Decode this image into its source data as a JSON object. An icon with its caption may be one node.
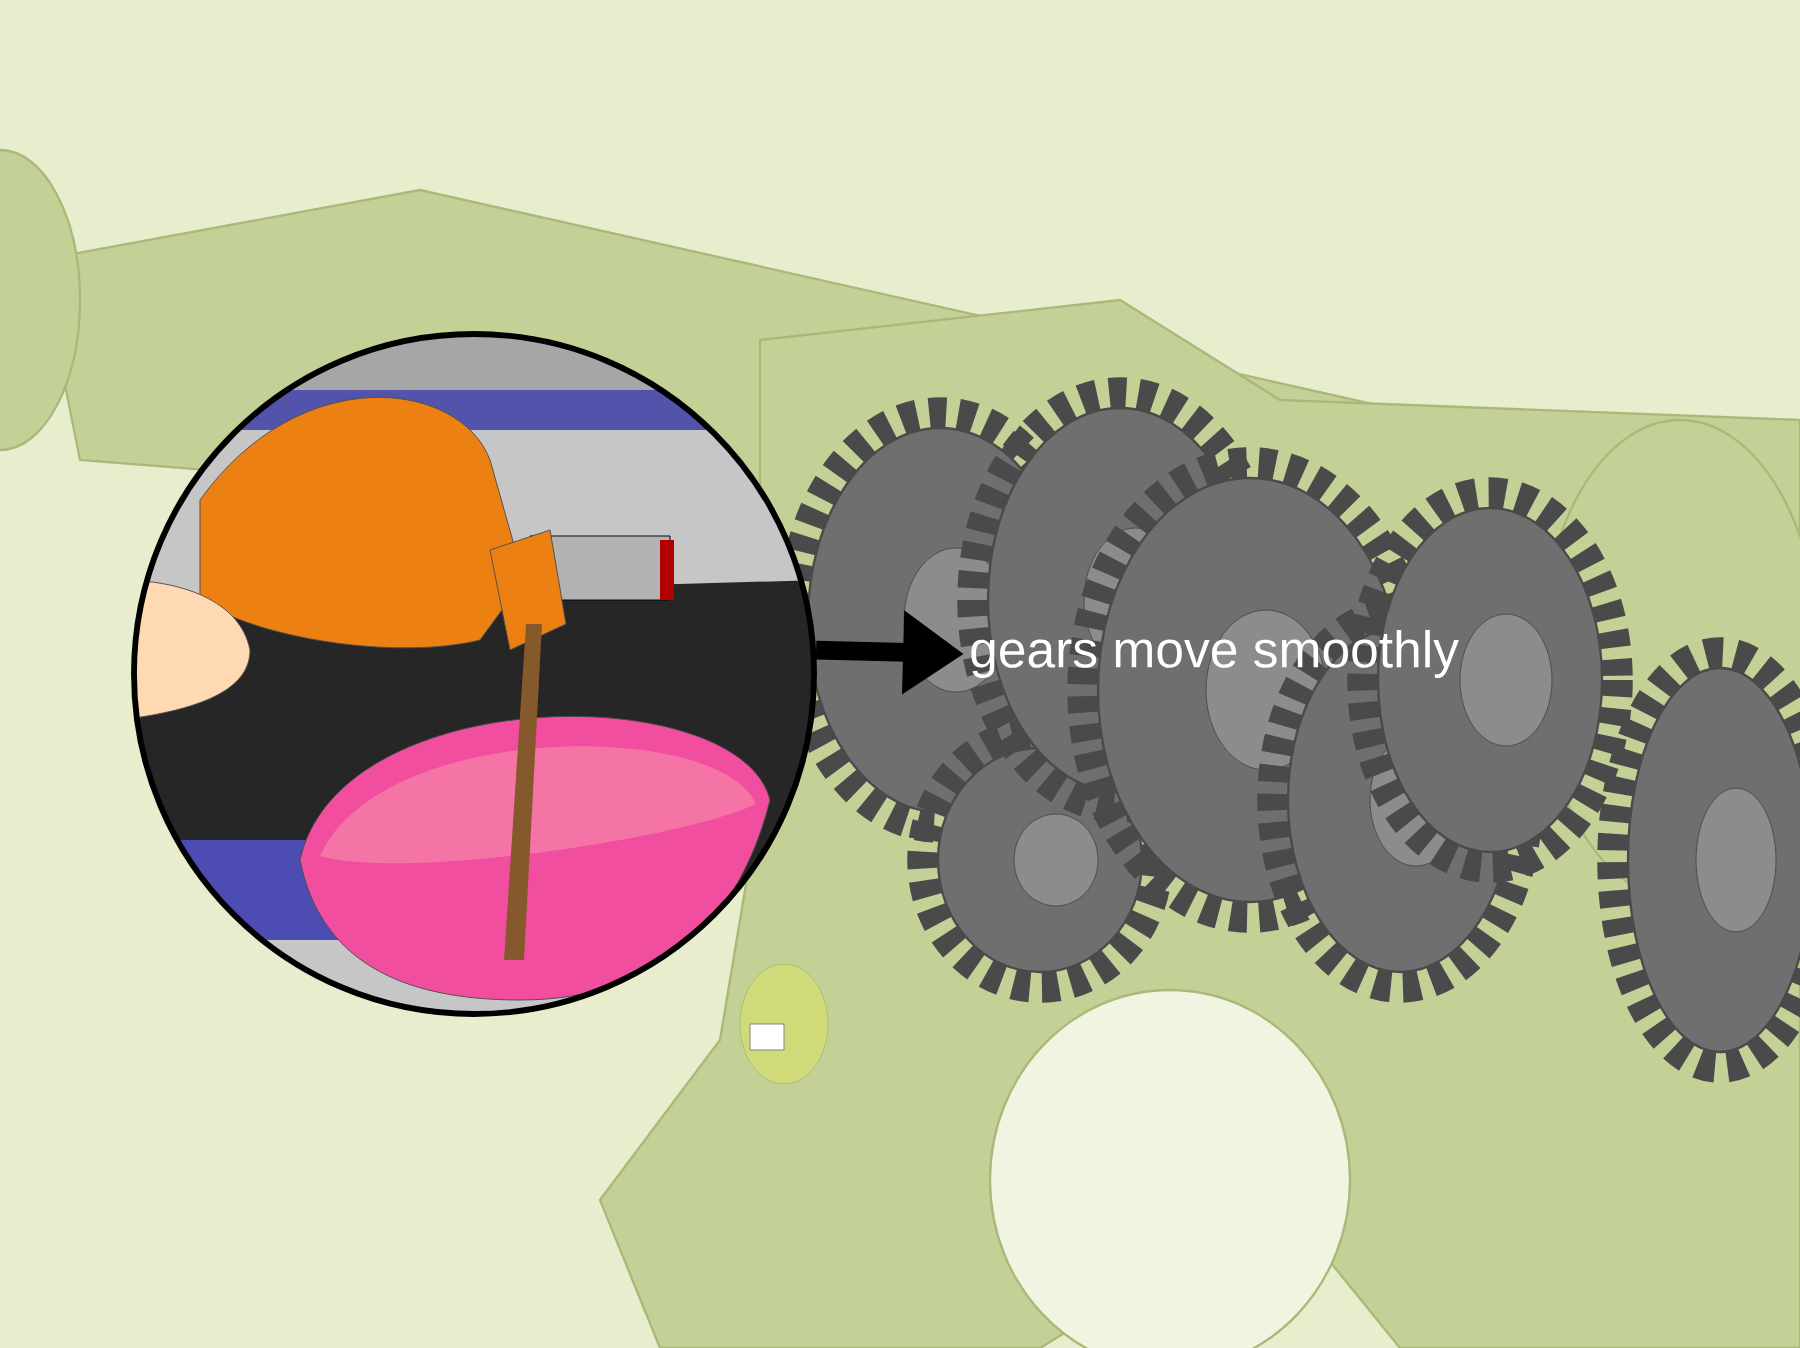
{
  "diagram": {
    "nodes": [
      {
        "text": [],
        "shape": "picture"
      },
      {
        "text": [
          "gears move smoothly"
        ]
      }
    ],
    "edges": [
      {
        "from": 0,
        "to": 1,
        "arrow": "to"
      }
    ]
  }
}
